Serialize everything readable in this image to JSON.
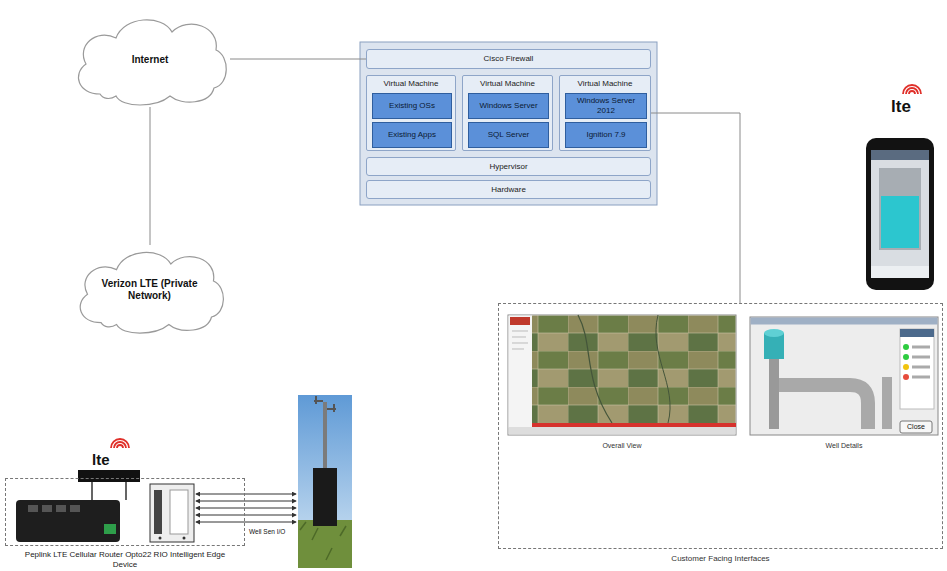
{
  "diagram": {
    "nodes": [
      {
        "text": [
          "Internet"
        ]
      },
      {
        "text": [
          "Cisco Firewall"
        ]
      },
      {
        "text": [
          "Virtual Machine"
        ]
      },
      {
        "text": [
          "Existing OSs"
        ],
        "in": 2
      },
      {
        "text": [
          "Existing Apps"
        ],
        "in": 2
      },
      {
        "text": [
          "Virtual Machine"
        ]
      },
      {
        "text": [
          "Windows Server"
        ],
        "in": 5
      },
      {
        "text": [
          "SQL Server"
        ],
        "in": 5
      },
      {
        "text": [
          "Virtual Machine"
        ]
      },
      {
        "text": [
          "Windows Server 2012"
        ],
        "in": 8
      },
      {
        "text": [
          "Ignition 7.9"
        ],
        "in": 8
      },
      {
        "text": [
          "Hypervisor"
        ]
      },
      {
        "text": [
          "Hardware"
        ]
      },
      {
        "text": [
          "Verizon LTE (Private Network)"
        ]
      },
      {
        "text": [
          "Customer Facing Interfaces"
        ]
      },
      {
        "text": [
          "Overall View"
        ],
        "in": 14
      },
      {
        "text": [
          "Well Details"
        ],
        "in": 14
      },
      {
        "text": [
          "Peplink LTE Cellular Router Opto22 RIO Intelligent Edge Device"
        ]
      }
    ],
    "edges": [
      {
        "from": 0,
        "to": 1,
        "arrow": "none"
      },
      {
        "from": 0,
        "to": 13,
        "arrow": "none"
      },
      {
        "from": 8,
        "to": 14,
        "arrow": "none"
      }
    ],
    "labels": [
      "lte",
      "lte",
      "Well Sen I/O",
      "Close"
    ]
  }
}
